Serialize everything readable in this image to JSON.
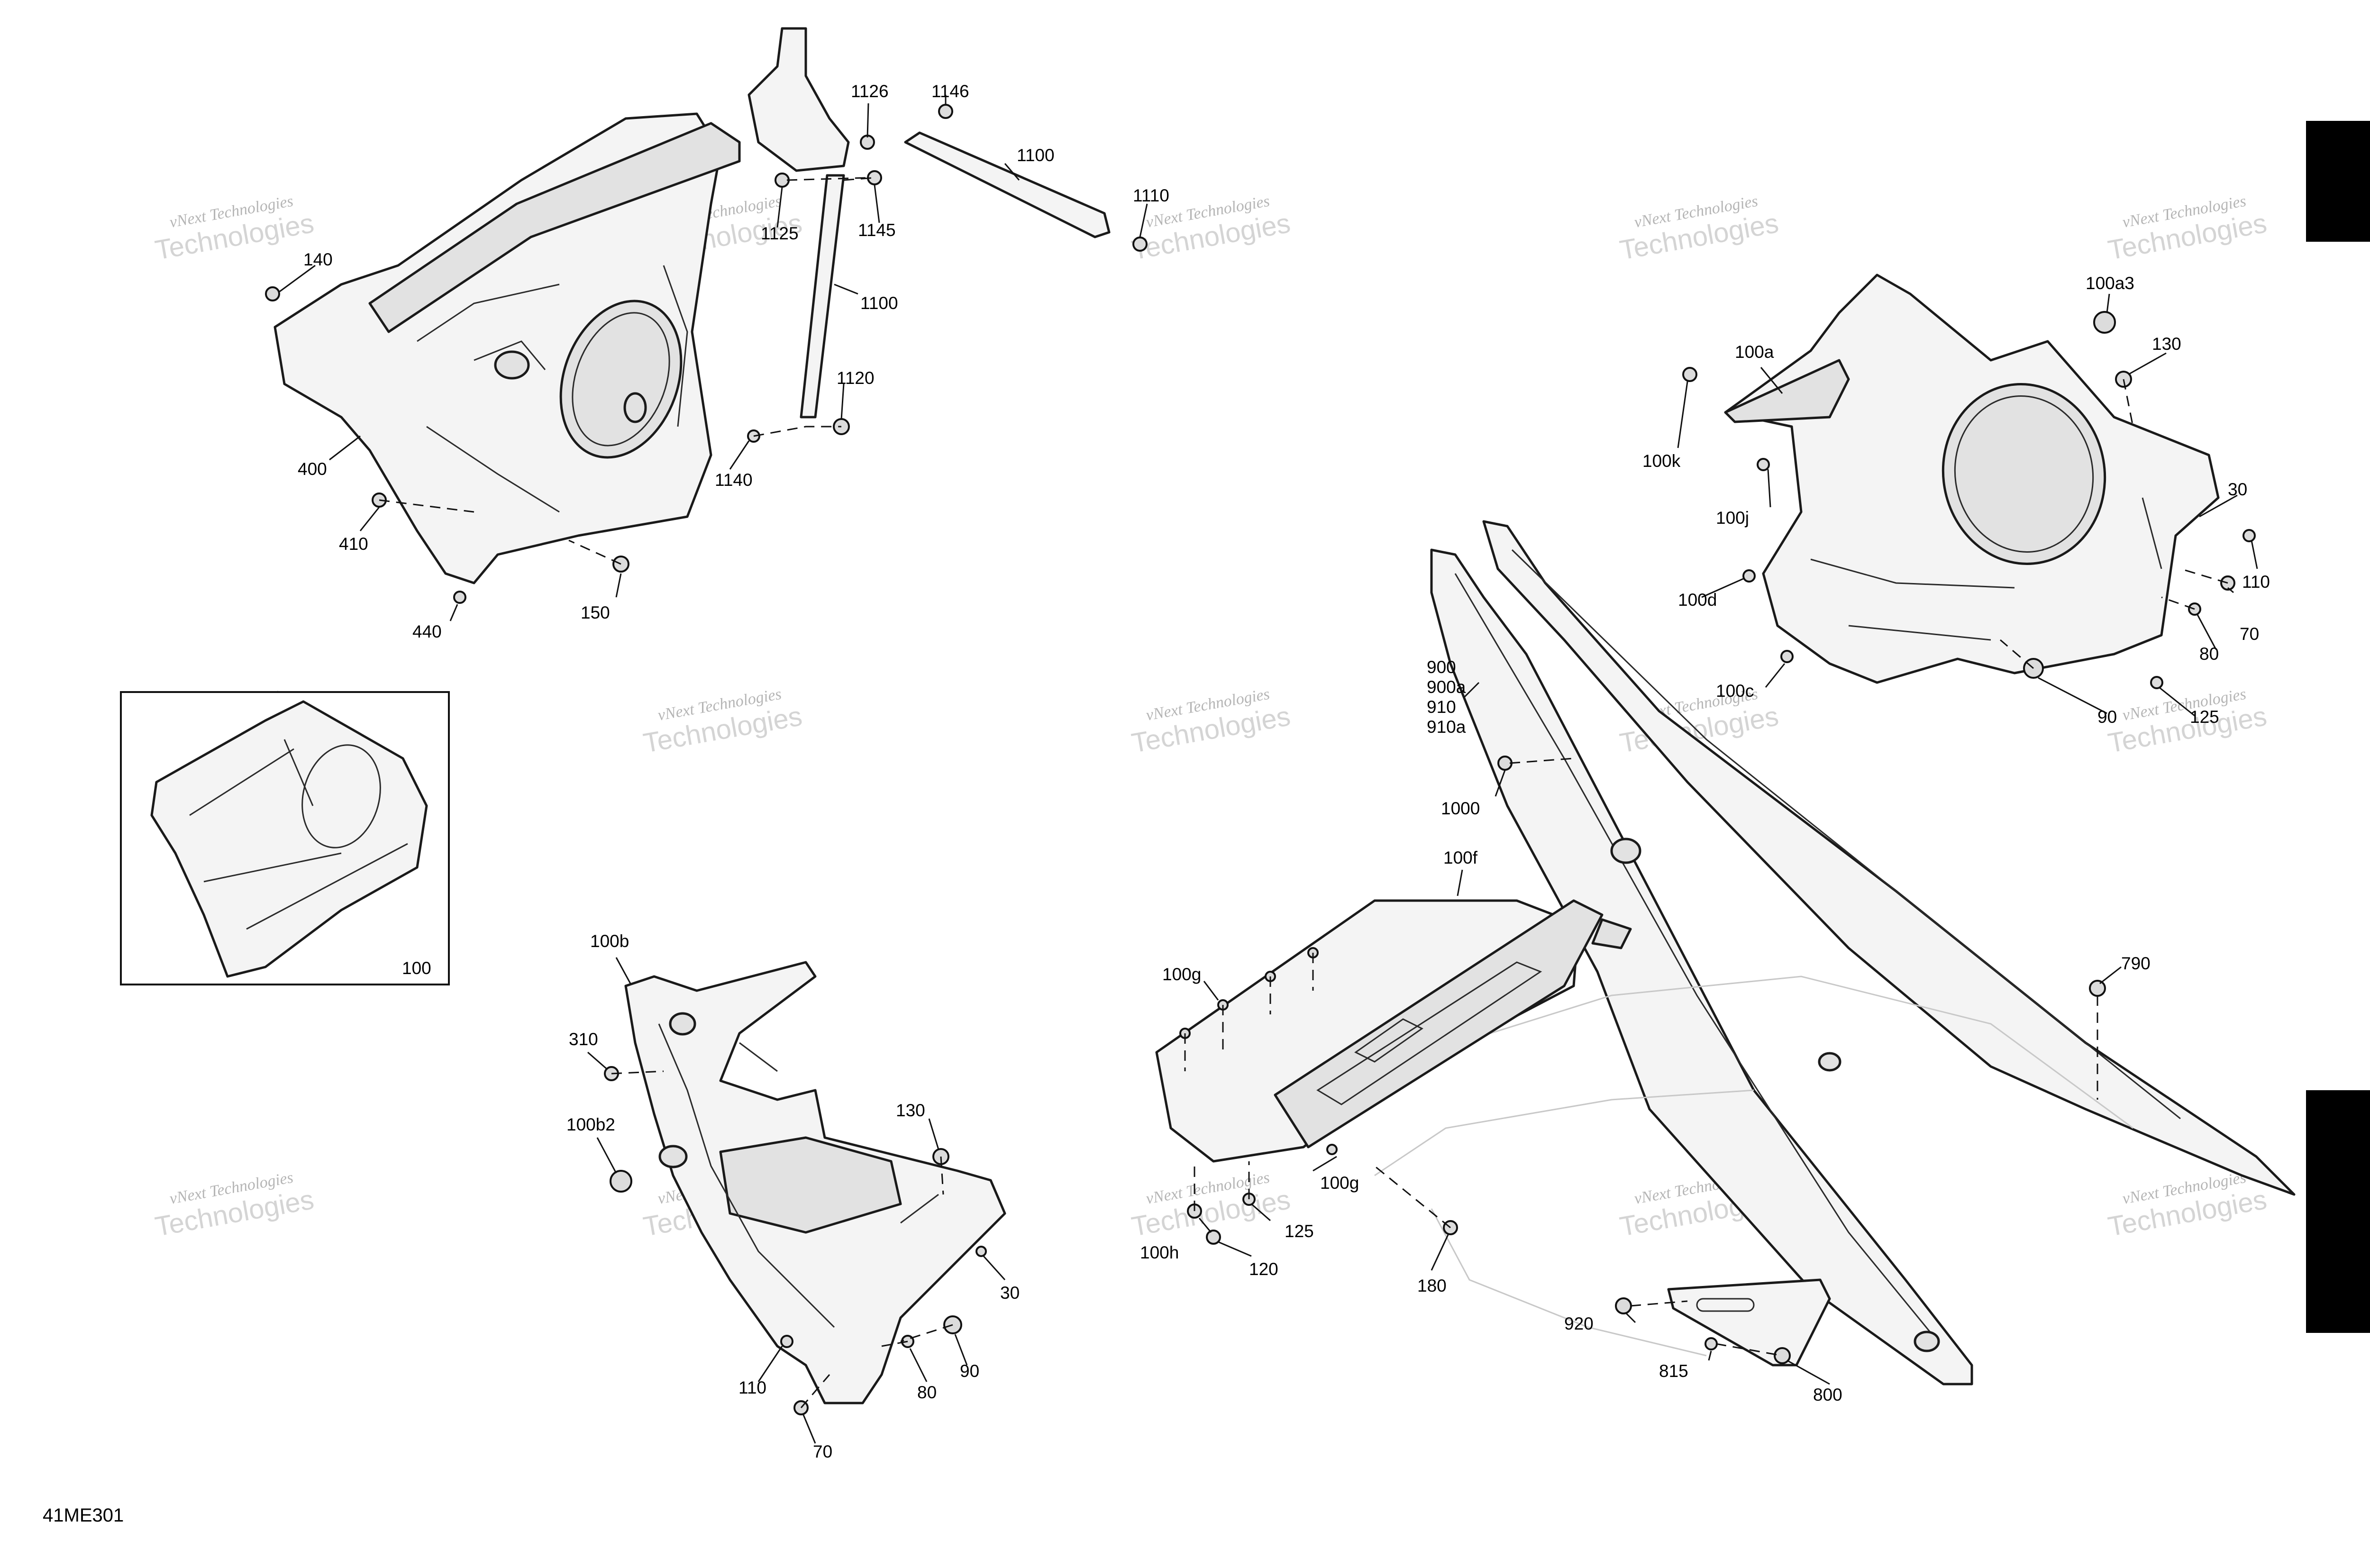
{
  "figure_code": "41ME301",
  "watermark": {
    "line1": "vNext Technologies",
    "line2": "Technologies"
  },
  "inset_label": "100",
  "callouts": {
    "c1126": "1126",
    "c1146": "1146",
    "c1100a": "1100",
    "c1110": "1110",
    "c1125": "1125",
    "c1145": "1145",
    "c140": "140",
    "c1100b": "1100",
    "c1120": "1120",
    "c400": "400",
    "c1140": "1140",
    "c410": "410",
    "c150": "150",
    "c440": "440",
    "c100a3": "100a3",
    "c100a": "100a",
    "c130a": "130",
    "c100k": "100k",
    "c100j": "100j",
    "c30a": "30",
    "c110a": "110",
    "c100d": "100d",
    "c70a": "70",
    "c80a": "80",
    "c100c": "100c",
    "c90a": "90",
    "c125a": "125",
    "c900": "900",
    "c900a": "900a",
    "c910": "910",
    "c910a": "910a",
    "c1000": "1000",
    "c100f": "100f",
    "c100g1": "100g",
    "c790": "790",
    "c100g2": "100g",
    "c125b": "125",
    "c100h": "100h",
    "c120": "120",
    "c180": "180",
    "c920": "920",
    "c815": "815",
    "c800": "800",
    "c100b": "100b",
    "c310": "310",
    "c100b2": "100b2",
    "c130b": "130",
    "c30b": "30",
    "c110b": "110",
    "c80b": "80",
    "c90b": "90",
    "c70b": "70"
  }
}
